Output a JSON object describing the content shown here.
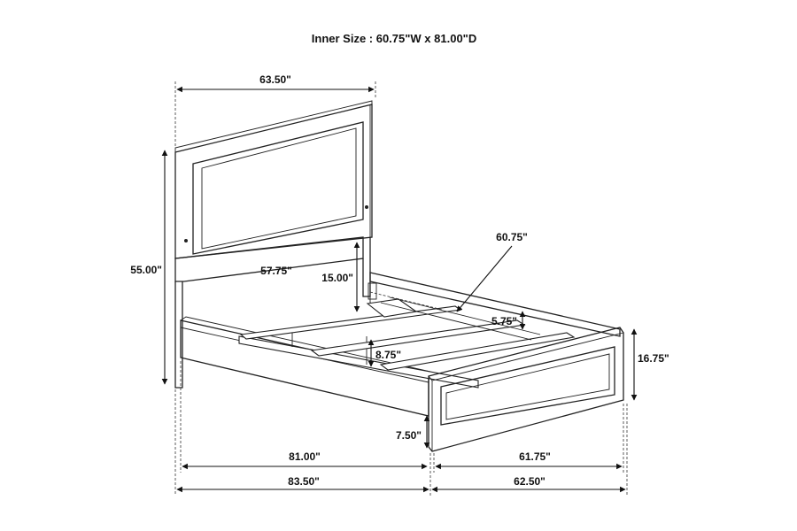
{
  "title": "Inner Size : 60.75\"W x 81.00\"D",
  "dimensions": {
    "headboard_width": "63.50\"",
    "headboard_height": "55.00\"",
    "headboard_panel_width": "57.75\"",
    "headboard_clearance": "15.00\"",
    "inner_width": "60.75\"",
    "slat_height": "5.75\"",
    "slat_clearance": "8.75\"",
    "footboard_height": "16.75\"",
    "footboard_clearance": "7.50\"",
    "inner_length": "81.00\"",
    "footboard_inner_width": "61.75\"",
    "overall_length": "83.50\"",
    "overall_width": "62.50\""
  }
}
